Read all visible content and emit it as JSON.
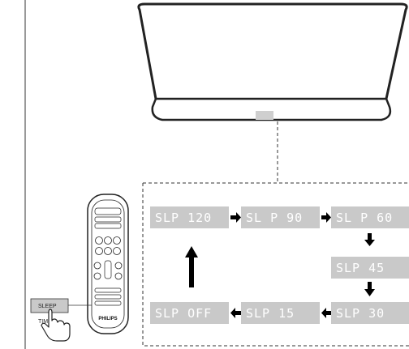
{
  "remote": {
    "brand": "PHILIPS",
    "callout_primary": "SLEEP",
    "callout_secondary": "TIM"
  },
  "display_sequence": [
    {
      "id": "slp120",
      "text": "SLP 120"
    },
    {
      "id": "slp90",
      "text": "SL P 90"
    },
    {
      "id": "slp60",
      "text": "SL P 60"
    },
    {
      "id": "slp45",
      "text": "SLP 45"
    },
    {
      "id": "slp30",
      "text": "SLP 30"
    },
    {
      "id": "slp15",
      "text": "SLP 15"
    },
    {
      "id": "slpoff",
      "text": "SLP OFF"
    }
  ],
  "colors": {
    "panel": "#c9c9c9",
    "panel_text": "#ffffff",
    "line": "#333333",
    "arrow": "#000000"
  }
}
